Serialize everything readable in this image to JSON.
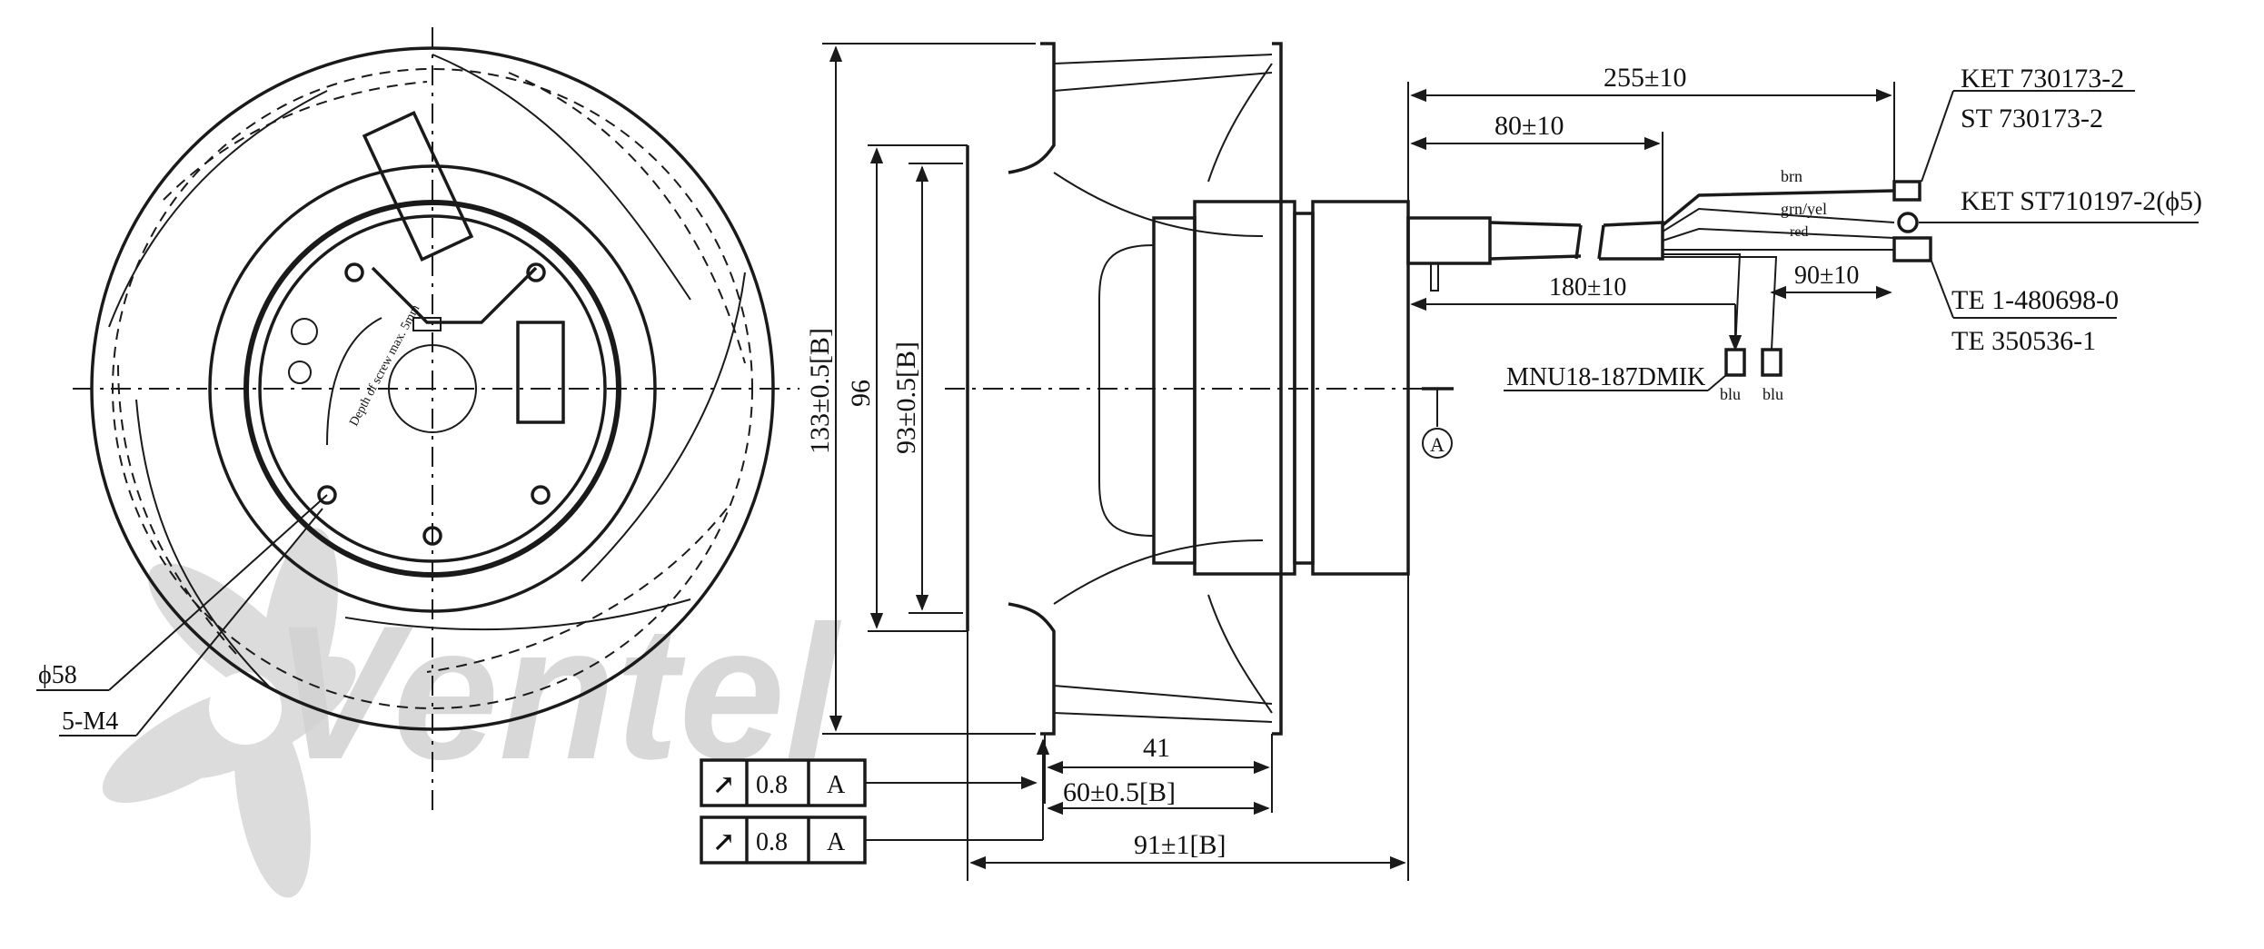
{
  "watermark": {
    "text": "Ventel"
  },
  "front_view": {
    "diameter_label": "ϕ58",
    "holes_label": "5-M4",
    "label_text": "Depth of screw max. 5mm"
  },
  "side_view": {
    "dims": {
      "outer_height": "133±0.5[B]",
      "inner_96": "96",
      "inner_93": "93±0.5[B]",
      "d41": "41",
      "d60": "60±0.5[B]",
      "d91": "91±1[B]"
    },
    "tolerance_frames": [
      {
        "symbol": "↗",
        "value": "0.8",
        "datum": "A"
      },
      {
        "symbol": "↗",
        "value": "0.8",
        "datum": "A"
      }
    ],
    "datum": "A"
  },
  "cable": {
    "dims": {
      "d255": "255±10",
      "d80": "80±10",
      "d180": "180±10",
      "d90": "90±10"
    },
    "wires": [
      "brn",
      "grn/yel",
      "red",
      "blu",
      "blu"
    ],
    "connectors": {
      "ket": "KET 730173-2",
      "st": "ST 730173-2",
      "ket_ring": "KET ST710197-2(ϕ5)",
      "te1": "TE 1-480698-0",
      "te2": "TE 350536-1",
      "mnu": "MNU18-187DMIK"
    }
  }
}
